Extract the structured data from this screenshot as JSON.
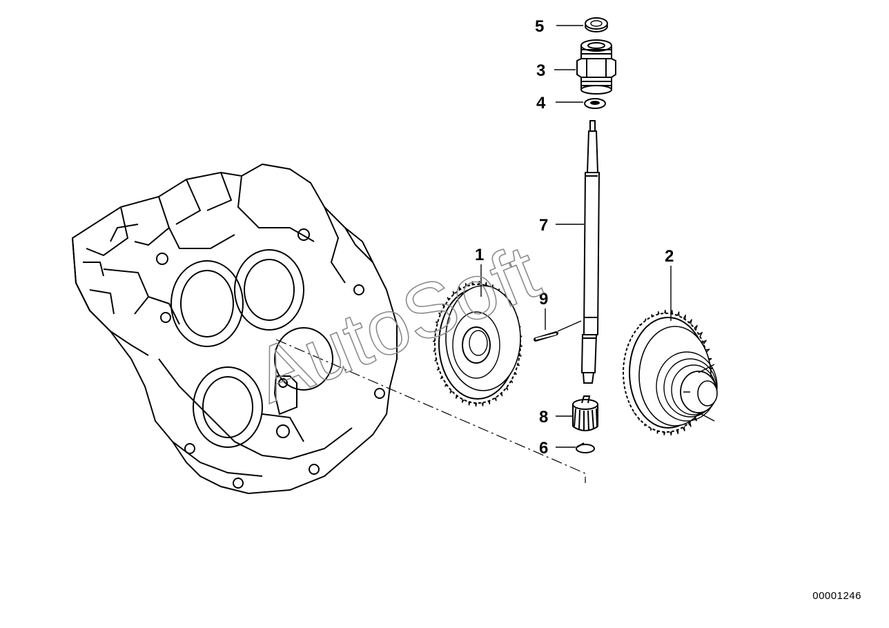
{
  "callouts": [
    {
      "id": "1",
      "label": "1",
      "part": "part-1-gear"
    },
    {
      "id": "2",
      "label": "2",
      "part": "part-2-gear-hub"
    },
    {
      "id": "3",
      "label": "3",
      "part": "part-3-threaded-fitting"
    },
    {
      "id": "4",
      "label": "4",
      "part": "part-4-washer"
    },
    {
      "id": "5",
      "label": "5",
      "part": "part-5-seal-ring"
    },
    {
      "id": "6",
      "label": "6",
      "part": "part-6-circlip"
    },
    {
      "id": "7",
      "label": "7",
      "part": "part-7-shaft"
    },
    {
      "id": "8",
      "label": "8",
      "part": "part-8-pinion"
    },
    {
      "id": "9",
      "label": "9",
      "part": "part-9-pin"
    }
  ],
  "watermark": "AutoSoft",
  "diagram_ref": "00001246"
}
